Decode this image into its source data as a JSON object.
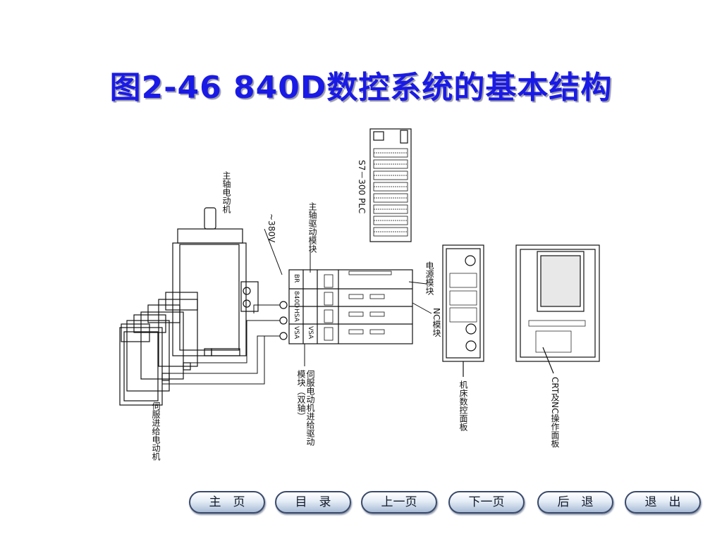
{
  "slide": {
    "title": "图2-46 840D数控系统的基本结构"
  },
  "diagram": {
    "labels": {
      "spindle_motor": "主轴电动机",
      "voltage": "~380V",
      "spindle_drive": "主轴驱动模块",
      "plc": "S7－300 PLC",
      "power_module": "电源模块",
      "nc_module": "NC模块",
      "feed_drive": "伺服电动机进给驱动模块（双轴）",
      "servo_motor": "伺服进给电动机",
      "machine_panel": "机床数控面板",
      "crt_panel": "CRT及NC操作面板"
    },
    "module_tags": [
      "BR",
      "840D",
      "HSA",
      "VSA",
      "VSA"
    ]
  },
  "nav": {
    "home": "主　页",
    "contents": "目　录",
    "prev": "上一页",
    "next": "下一页",
    "back": "后　退",
    "exit": "退　出"
  }
}
